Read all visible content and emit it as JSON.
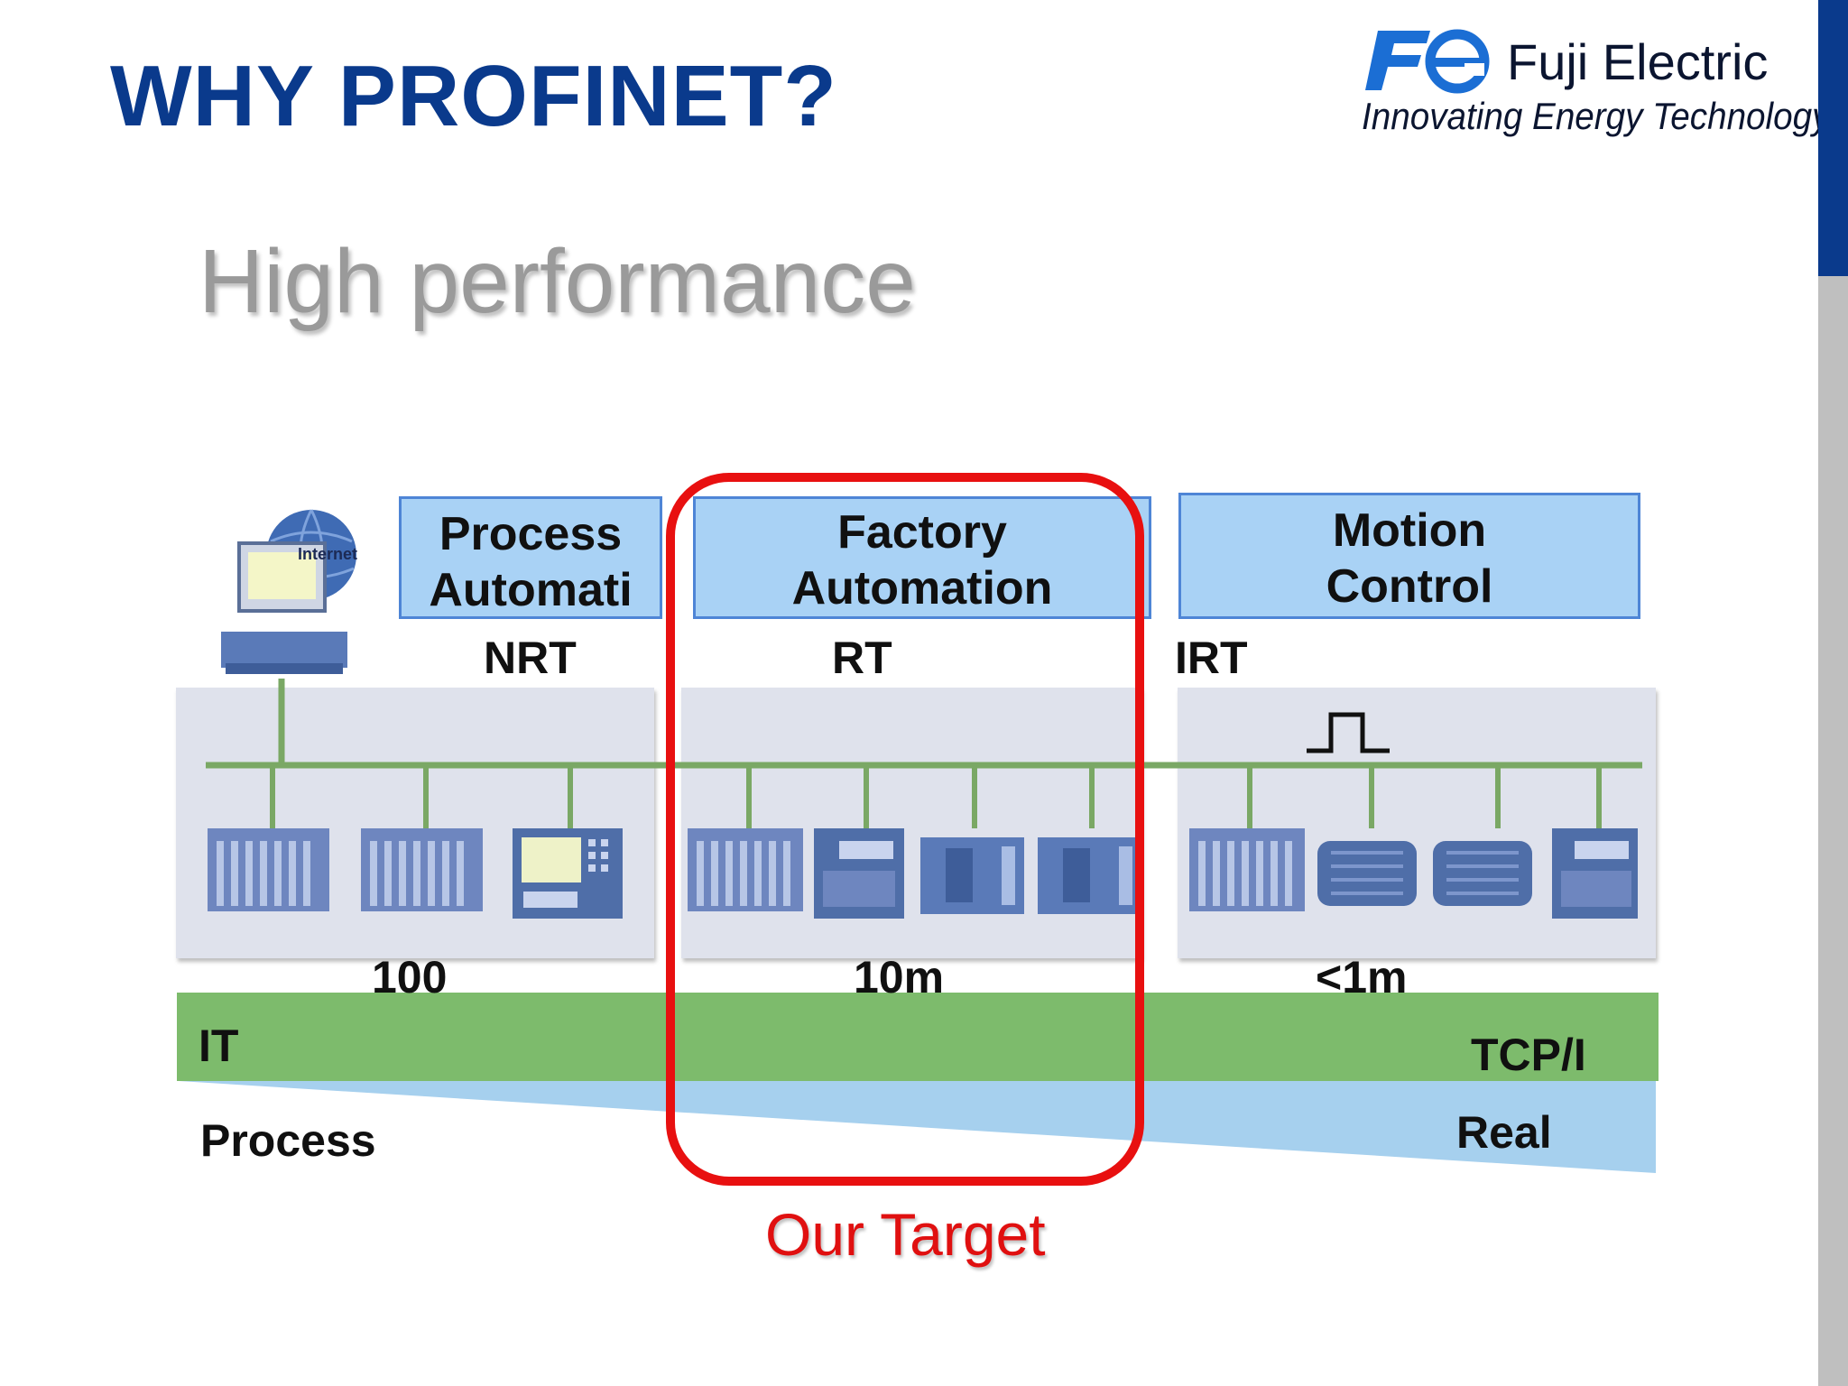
{
  "slide": {
    "title": "WHY PROFINET?",
    "subtitle": "High performance"
  },
  "logo": {
    "mark": "Fe",
    "name": "Fuji Electric",
    "tagline": "Innovating Energy Technology"
  },
  "diagram": {
    "categories": [
      {
        "line1": "Process",
        "line2": "Automati",
        "mode": "NRT",
        "time": "100"
      },
      {
        "line1": "Factory",
        "line2": "Automation",
        "mode": "RT",
        "time": "10m"
      },
      {
        "line1": "Motion",
        "line2": "Control",
        "mode": "IRT",
        "time": "<1m"
      }
    ],
    "internet_label": "Internet",
    "it_band": {
      "left": "IT",
      "right": "TCP/I"
    },
    "process_band": {
      "left": "Process",
      "right": "Real"
    },
    "target_label": "Our Target"
  },
  "colors": {
    "title": "#0a3a8c",
    "category_fill": "#a9d2f5",
    "category_border": "#4e85d6",
    "network_line": "#7aa865",
    "it_band": "#7dbb6c",
    "process_band": "#a6d0ee",
    "panel": "#dfe2ec",
    "device": "#5a7ab8",
    "target": "#e81010"
  }
}
